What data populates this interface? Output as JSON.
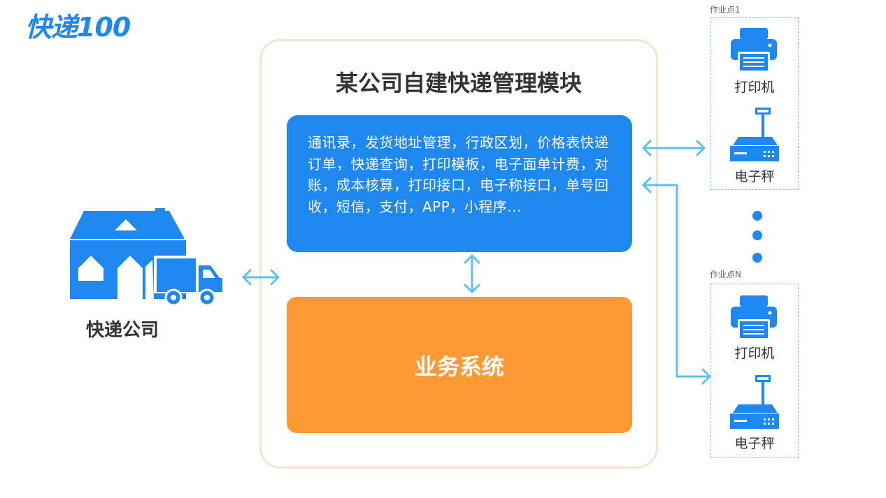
{
  "logo": {
    "text": "快递100"
  },
  "module": {
    "title": "某公司自建快递管理模块",
    "features": "通讯录，发货地址管理，行政区划，价格表快递订单，快递查询，打印模板，电子面单计费，对账，成本核算，打印接口，电子称接口，单号回收，短信，支付，APP，小程序..."
  },
  "business_system": {
    "label": "业务系统"
  },
  "courier": {
    "label": "快递公司"
  },
  "sites": [
    {
      "name": "作业点1",
      "printer_label": "打印机",
      "scale_label": "电子秤"
    },
    {
      "name": "作业点N",
      "printer_label": "打印机",
      "scale_label": "电子秤"
    }
  ],
  "colors": {
    "primary_blue": "#1e87f0",
    "orange": "#ff9933",
    "frame_border": "#fde3c9",
    "arrow": "#5bc3ea"
  },
  "icons": [
    "house-icon",
    "truck-icon",
    "printer-icon",
    "scale-icon",
    "ellipsis-dots"
  ]
}
